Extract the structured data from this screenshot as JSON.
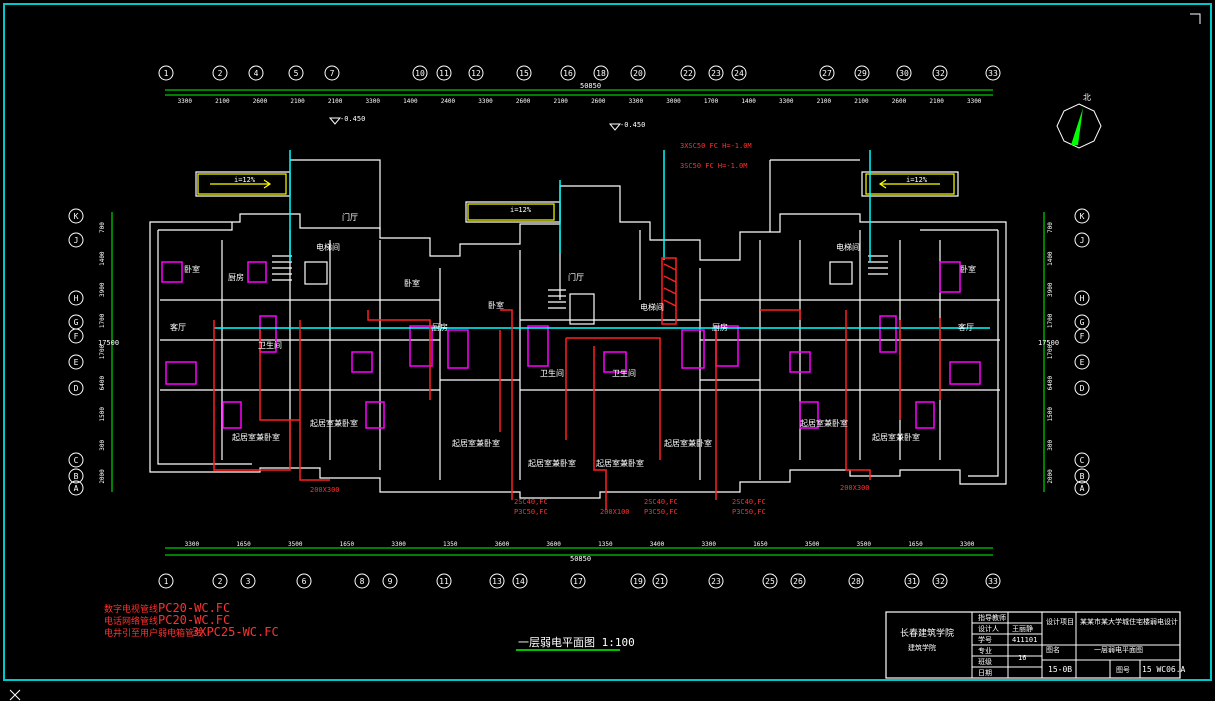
{
  "top_axes": [
    "1",
    "2",
    "4",
    "5",
    "7",
    "10",
    "11",
    "12",
    "15",
    "16",
    "18",
    "20",
    "22",
    "23",
    "24",
    "27",
    "29",
    "30",
    "32",
    "33"
  ],
  "bottom_axes": [
    "1",
    "2",
    "3",
    "6",
    "8",
    "9",
    "11",
    "13",
    "14",
    "17",
    "19",
    "21",
    "23",
    "25",
    "26",
    "28",
    "31",
    "32",
    "33"
  ],
  "row_axes": [
    "K",
    "J",
    "H",
    "G",
    "F",
    "E",
    "D",
    "C",
    "B",
    "A"
  ],
  "top_dims": [
    "3300",
    "2100",
    "2600",
    "2100",
    "2100",
    "3300",
    "1400",
    "2400",
    "3300",
    "2600",
    "2100",
    "2600",
    "3300",
    "3000",
    "1700",
    "1400",
    "3300",
    "2100",
    "2100",
    "2600",
    "2100",
    "3300"
  ],
  "top_total": "50850",
  "bottom_dims": [
    "3300",
    "1650",
    "3500",
    "1650",
    "3300",
    "1350",
    "3600",
    "3600",
    "1350",
    "3400",
    "3300",
    "1650",
    "3500",
    "3500",
    "1650",
    "3300"
  ],
  "bottom_total": "50850",
  "left_dims": [
    "700",
    "1400",
    "3900",
    "1700",
    "1700",
    "6400",
    "1500",
    "300",
    "2000"
  ],
  "right_dims": [
    "700",
    "1400",
    "3900",
    "1700",
    "1700",
    "6400",
    "1500",
    "300",
    "2000"
  ],
  "side_total": "17500",
  "levels": {
    "l1": "-0.450",
    "l2": "-0.450",
    "ramp": "i=12%"
  },
  "cable_labels": [
    "3XSC50 FC  H=-1.0M",
    "3SC50 FC  H=-1.0M",
    "2SC40,FC",
    "P3C50,FC"
  ],
  "junction_labels": [
    "200X300",
    "200X100",
    "200X300"
  ],
  "room_labels": [
    "卧室",
    "厨房",
    "客厅",
    "卫生间",
    "起居室兼卧室",
    "门厅",
    "电梯间"
  ],
  "legend": [
    {
      "name": "数字电视管线",
      "code": "PC20-WC.FC"
    },
    {
      "name": "电话网络管线",
      "code": "PC20-WC.FC"
    },
    {
      "name": "电井引至用户弱电箱管线",
      "code": "3XPC25-WC.FC"
    }
  ],
  "drawing_title": "一层弱电平面图 1:100",
  "title_block": {
    "school": "长春建筑学院",
    "dept": "建筑学院",
    "fields": [
      "指导教师",
      "设计人",
      "学号",
      "专业",
      "班级",
      "日期"
    ],
    "designer": "王丽静",
    "student_no": "411101",
    "serial": "16",
    "project_label": "设计项目",
    "project": "某某市某大学城住宅楼弱电设计",
    "drawing_label": "图名",
    "drawing_name": "一层弱电平面图",
    "date": "15-0B",
    "sheet_label": "图号",
    "sheet": "15 WC06.A"
  },
  "colors": {
    "frame": "#00c8c8",
    "wall": "#ffffff",
    "cable": "#ff2020",
    "cyan": "#00ffff",
    "magenta": "#ff00ff",
    "yellow": "#ffff00",
    "green": "#00ff00"
  }
}
